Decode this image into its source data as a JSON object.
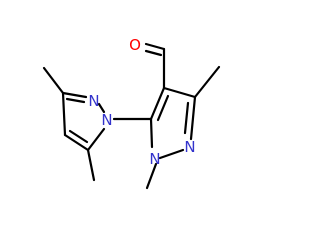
{
  "molecule": {
    "atoms": [
      {
        "id": "O1",
        "label": "O",
        "color": "#ff0000"
      },
      {
        "id": "N1a",
        "label": "N",
        "color": "#3333cc"
      },
      {
        "id": "N2a",
        "label": "N",
        "color": "#3333cc"
      },
      {
        "id": "N1b",
        "label": "N",
        "color": "#3333cc"
      },
      {
        "id": "N2b",
        "label": "N",
        "color": "#3333cc"
      }
    ]
  },
  "colors": {
    "bond": "#000000",
    "oxygen": "#ff0000",
    "nitrogen": "#3333cc"
  }
}
